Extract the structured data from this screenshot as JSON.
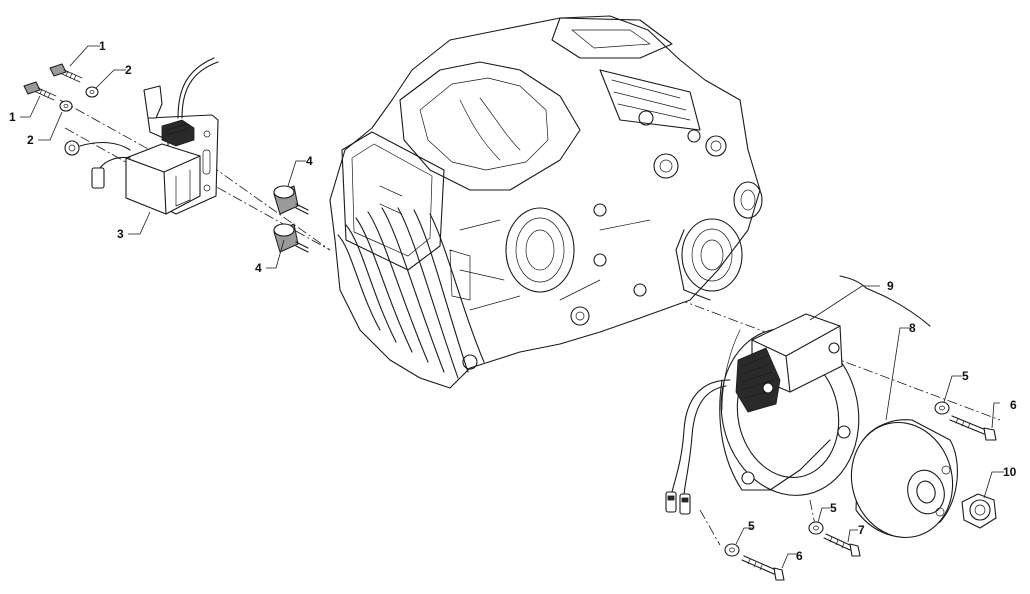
{
  "callouts": [
    {
      "id": "c1a",
      "label": "1"
    },
    {
      "id": "c1b",
      "label": "1"
    },
    {
      "id": "c2a",
      "label": "2"
    },
    {
      "id": "c2b",
      "label": "2"
    },
    {
      "id": "c3",
      "label": "3"
    },
    {
      "id": "c4a",
      "label": "4"
    },
    {
      "id": "c4b",
      "label": "4"
    },
    {
      "id": "c5a",
      "label": "5"
    },
    {
      "id": "c5b",
      "label": "5"
    },
    {
      "id": "c5c",
      "label": "5"
    },
    {
      "id": "c6a",
      "label": "6"
    },
    {
      "id": "c6b",
      "label": "6"
    },
    {
      "id": "c7",
      "label": "7"
    },
    {
      "id": "c8",
      "label": "8"
    },
    {
      "id": "c9",
      "label": "9"
    },
    {
      "id": "c10",
      "label": "10"
    }
  ],
  "colors": {
    "line": "#1a1a1a",
    "background": "#ffffff",
    "shading": "#9a9a9a"
  }
}
